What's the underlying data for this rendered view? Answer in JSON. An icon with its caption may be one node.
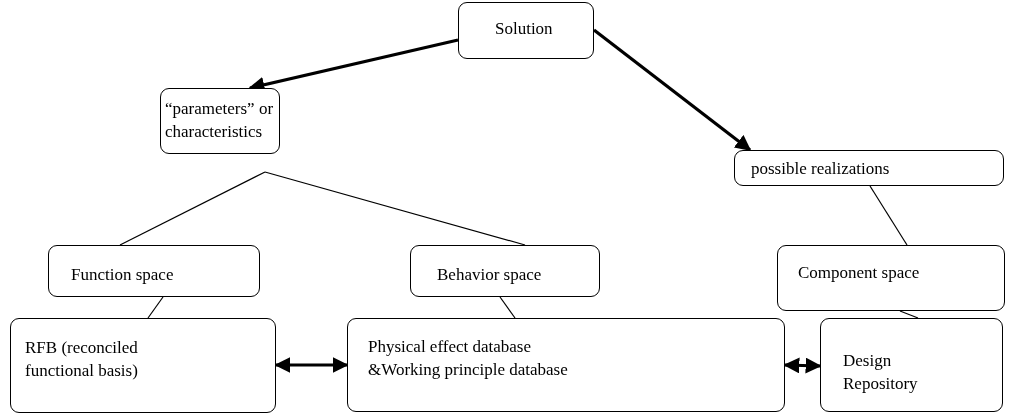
{
  "diagram": {
    "nodes": [
      {
        "text": [
          "Solution"
        ]
      },
      {
        "text": [
          "“parameters” or characteristics"
        ]
      },
      {
        "text": [
          "possible realizations"
        ]
      },
      {
        "text": [
          "Function space"
        ]
      },
      {
        "text": [
          "Behavior space"
        ]
      },
      {
        "text": [
          "Component space"
        ]
      },
      {
        "text": [
          "RFB (reconciled functional basis)"
        ]
      },
      {
        "text": [
          "Physical effect database &Working principle database"
        ]
      },
      {
        "text": [
          "Design Repository"
        ]
      }
    ],
    "edges": [
      {
        "from": 0,
        "to": 1,
        "arrow": "to",
        "style": "thick"
      },
      {
        "from": 0,
        "to": 2,
        "arrow": "to",
        "style": "thick"
      },
      {
        "from": 1,
        "to": 3,
        "arrow": "none"
      },
      {
        "from": 1,
        "to": 4,
        "arrow": "none"
      },
      {
        "from": 2,
        "to": 5,
        "arrow": "none"
      },
      {
        "from": 3,
        "to": 6,
        "arrow": "none"
      },
      {
        "from": 4,
        "to": 7,
        "arrow": "none"
      },
      {
        "from": 5,
        "to": 8,
        "arrow": "none"
      },
      {
        "from": 6,
        "to": 7,
        "arrow": "both",
        "style": "thick"
      },
      {
        "from": 7,
        "to": 8,
        "arrow": "both",
        "style": "thick"
      }
    ]
  }
}
